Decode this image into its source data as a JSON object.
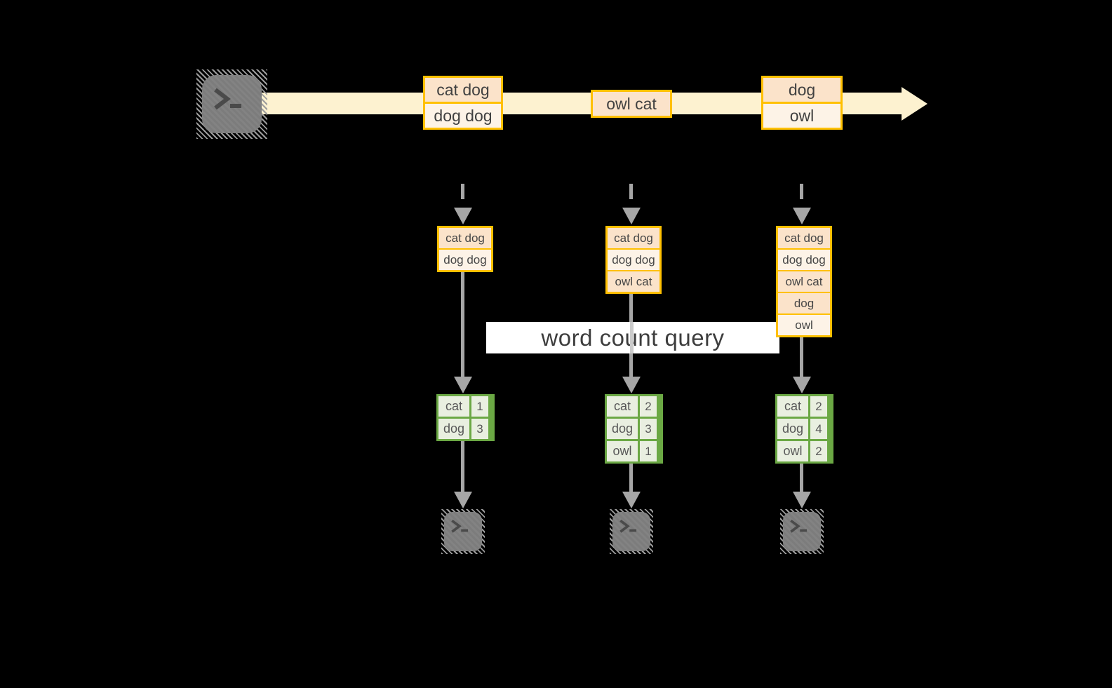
{
  "query": {
    "label": "word count query"
  },
  "icons": {
    "terminal": ">_"
  },
  "colors": {
    "background": "#000000",
    "stream_band": "#fdf2d0",
    "event_border": "#ffc000",
    "event_fill_dark": "#fbe3ca",
    "event_fill_light": "#fdf3e7",
    "table_border": "#6ba844",
    "table_fill": "#e9efe0",
    "arrow_gray": "#a6a6a6",
    "icon_gray": "#7f7f7f",
    "label_bg": "#ffffff",
    "text_dark": "#414141"
  },
  "stream": {
    "events": [
      {
        "rows": [
          {
            "text": "cat dog",
            "tone": "dark"
          },
          {
            "text": "dog dog",
            "tone": "light"
          }
        ]
      },
      {
        "rows": [
          {
            "text": "owl cat",
            "tone": "dark"
          }
        ]
      },
      {
        "rows": [
          {
            "text": "dog",
            "tone": "dark"
          },
          {
            "text": "owl",
            "tone": "light"
          }
        ]
      }
    ]
  },
  "columns": [
    {
      "state_rows": [
        {
          "text": "cat dog",
          "tone": "dark"
        },
        {
          "text": "dog dog",
          "tone": "light"
        }
      ],
      "counts": [
        {
          "word": "cat",
          "count": "1"
        },
        {
          "word": "dog",
          "count": "3"
        }
      ]
    },
    {
      "state_rows": [
        {
          "text": "cat dog",
          "tone": "dark"
        },
        {
          "text": "dog dog",
          "tone": "light"
        },
        {
          "text": "owl cat",
          "tone": "dark"
        }
      ],
      "counts": [
        {
          "word": "cat",
          "count": "2"
        },
        {
          "word": "dog",
          "count": "3"
        },
        {
          "word": "owl",
          "count": "1"
        }
      ]
    },
    {
      "state_rows": [
        {
          "text": "cat dog",
          "tone": "dark"
        },
        {
          "text": "dog dog",
          "tone": "light"
        },
        {
          "text": "owl cat",
          "tone": "dark"
        },
        {
          "text": "dog",
          "tone": "dark"
        },
        {
          "text": "owl",
          "tone": "light"
        }
      ],
      "counts": [
        {
          "word": "cat",
          "count": "2"
        },
        {
          "word": "dog",
          "count": "4"
        },
        {
          "word": "owl",
          "count": "2"
        }
      ]
    }
  ]
}
